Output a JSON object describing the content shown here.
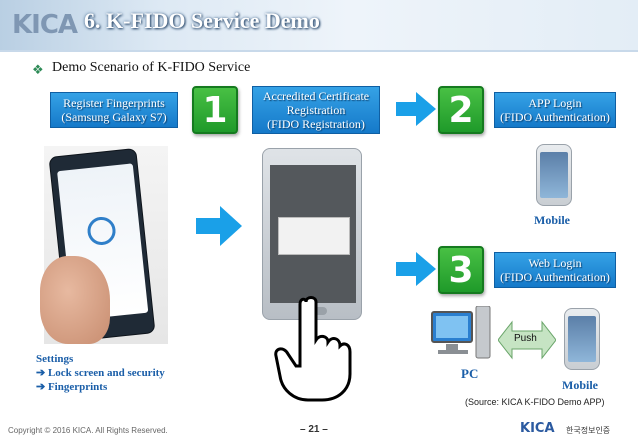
{
  "header": {
    "logo": "KICA",
    "title": "6. K-FIDO Service Demo"
  },
  "scenario": {
    "bullet": "❖",
    "text": "Demo Scenario of K-FIDO Service"
  },
  "steps": {
    "register_line1": "Register Fingerprints",
    "register_line2": "(Samsung Galaxy S7)",
    "step1_number": "1",
    "step1_line1": "Accredited Certificate",
    "step1_line2": "Registration",
    "step1_line3": "(FIDO Registration)",
    "step2_number": "2",
    "step2_line1": "APP Login",
    "step2_line2": "(FIDO Authentication)",
    "step3_number": "3",
    "step3_line1": "Web Login",
    "step3_line2": "(FIDO Authentication)"
  },
  "captions": {
    "mobile_top": "Mobile",
    "mobile_bottom": "Mobile",
    "pc": "PC",
    "push": "Push"
  },
  "settings": {
    "line1": "Settings",
    "line2": "➔ Lock screen and security",
    "line3": "➔ Fingerprints"
  },
  "footer": {
    "copyright": "Copyright © 2016 KICA. All Rights Reserved.",
    "page": "– 21 –",
    "logo": "KICA",
    "logo_kr": "한국정보인증",
    "source": "(Source: KICA K-FIDO Demo APP)"
  },
  "colors": {
    "label_blue": "#1579c9",
    "number_green": "#1f9a2a",
    "arrow_blue": "#1aa0e8",
    "caption_blue": "#1a5ea8"
  }
}
